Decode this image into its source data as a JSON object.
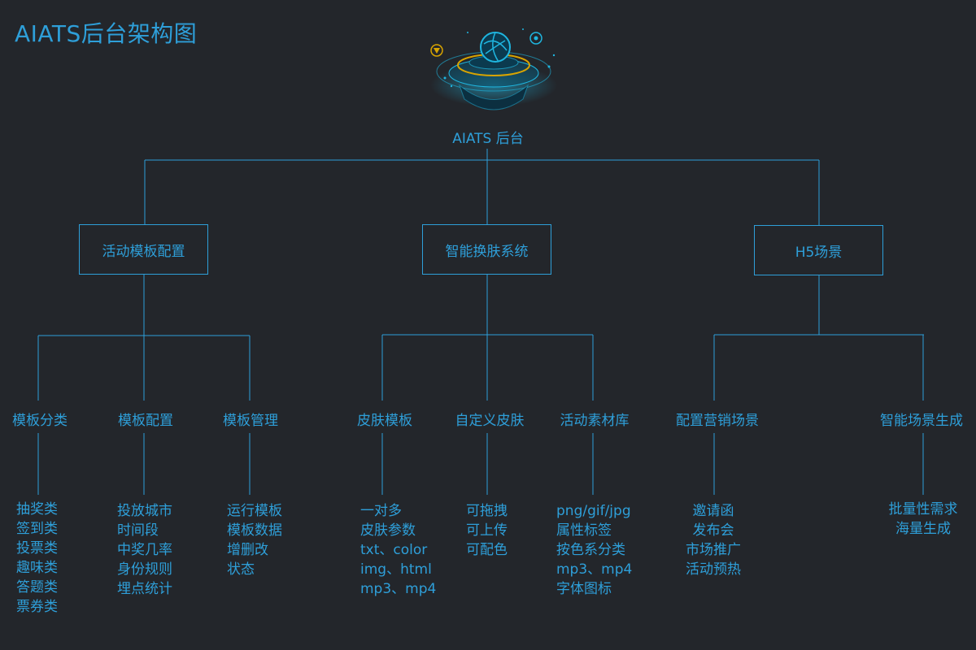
{
  "title": "AIATS后台架构图",
  "root": {
    "label": "AIATS 后台"
  },
  "level1": [
    {
      "label": "活动模板配置"
    },
    {
      "label": "智能换肤系统"
    },
    {
      "label": "H5场景"
    }
  ],
  "level2": [
    {
      "label": "模板分类",
      "items": [
        "抽奖类",
        "签到类",
        "投票类",
        "趣味类",
        "答题类",
        "票券类"
      ]
    },
    {
      "label": "模板配置",
      "items": [
        "投放城市",
        "时间段",
        "中奖几率",
        "身份规则",
        "埋点统计"
      ]
    },
    {
      "label": "模板管理",
      "items": [
        "运行模板",
        "模板数据",
        "增删改",
        "状态"
      ]
    },
    {
      "label": "皮肤模板",
      "items": [
        "一对多",
        "皮肤参数",
        "txt、color",
        "img、html",
        "mp3、mp4"
      ]
    },
    {
      "label": "自定义皮肤",
      "items": [
        "可拖拽",
        "可上传",
        "可配色"
      ]
    },
    {
      "label": "活动素材库",
      "items": [
        "png/gif/jpg",
        "属性标签",
        "按色系分类",
        "mp3、mp4",
        "字体图标"
      ]
    },
    {
      "label": "配置营销场景",
      "items": [
        "邀请函",
        "发布会",
        "市场推广",
        "活动预热"
      ]
    },
    {
      "label": "智能场景生成",
      "items": [
        "批量性需求",
        "海量生成"
      ]
    }
  ],
  "colors": {
    "background": "#23262b",
    "accent": "#2e9fd9",
    "glow": "#1fb6e0",
    "gold": "#d9a400"
  }
}
